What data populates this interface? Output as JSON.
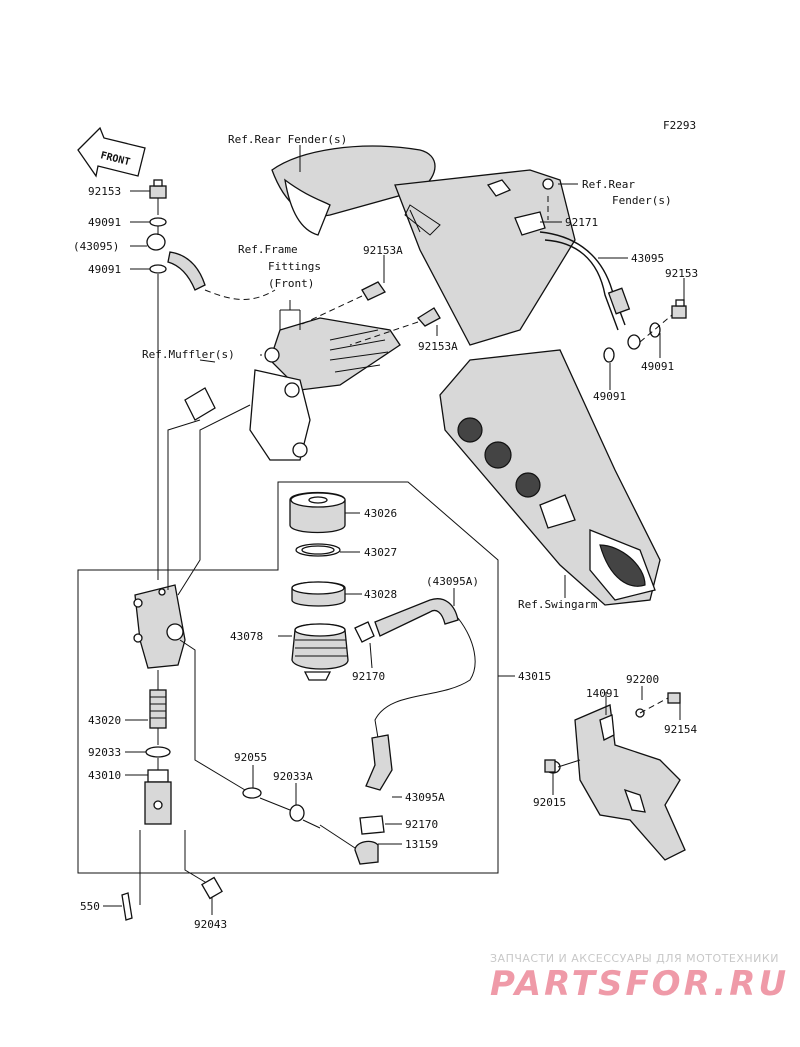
{
  "diagram_code": "F2293",
  "front_label": "FRONT",
  "refs": {
    "rear_fender_top": "Ref.Rear Fender(s)",
    "rear_fender_right_1": "Ref.Rear",
    "rear_fender_right_2": "Fender(s)",
    "frame_fittings_1": "Ref.Frame",
    "frame_fittings_2": "Fittings",
    "frame_fittings_3": "(Front)",
    "muffler": "Ref.Muffler(s)",
    "swingarm": "Ref.Swingarm"
  },
  "parts": {
    "p92153_left": "92153",
    "p49091_left_top": "49091",
    "p43095_paren_left": "(43095)",
    "p49091_left_bottom": "49091",
    "p92153A_top": "92153A",
    "p92153A_mid": "92153A",
    "p92171": "92171",
    "p43095_right": "43095",
    "p92153_right": "92153",
    "p49091_right_a": "49091",
    "p49091_right_b": "49091",
    "p43026": "43026",
    "p43027": "43027",
    "p43028": "43028",
    "p43095A_paren": "(43095A)",
    "p43078": "43078",
    "p92170_top": "92170",
    "p43015": "43015",
    "p92200": "92200",
    "p14091": "14091",
    "p92154": "92154",
    "p43020": "43020",
    "p92033": "92033",
    "p43010": "43010",
    "p92055": "92055",
    "p92033A": "92033A",
    "p43095A": "43095A",
    "p92170_bottom": "92170",
    "p13159": "13159",
    "p92015": "92015",
    "p550": "550",
    "p92043": "92043"
  },
  "watermark": {
    "subtitle": "ЗАПЧАСТИ И АКСЕССУАРЫ ДЛЯ МОТОТЕХНИКИ",
    "brand": "PARTSFOR.RU"
  }
}
